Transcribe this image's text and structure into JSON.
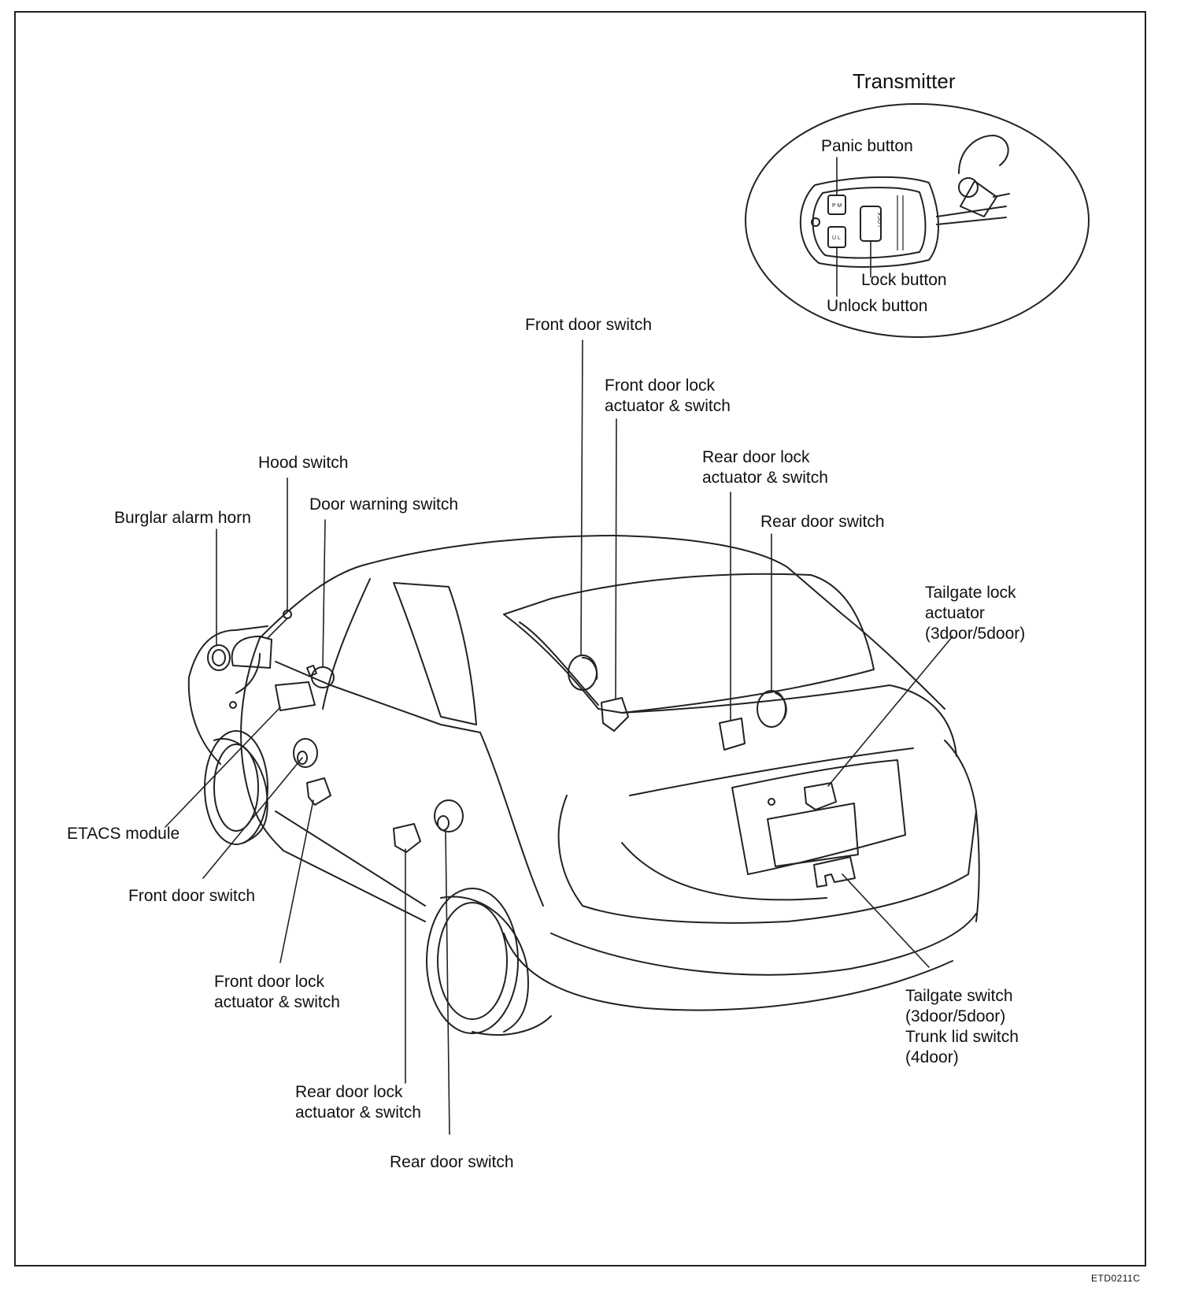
{
  "transmitter": {
    "title": "Transmitter",
    "panic_button": "Panic button",
    "lock_button": "Lock button",
    "unlock_button": "Unlock button",
    "lock_key_text": "LOCK"
  },
  "labels": {
    "front_door_switch_top": "Front door switch",
    "front_door_lock_top_1": "Front door lock",
    "front_door_lock_top_2": "actuator & switch",
    "rear_door_lock_top_1": "Rear door lock",
    "rear_door_lock_top_2": "actuator & switch",
    "rear_door_switch_top": "Rear door switch",
    "hood_switch": "Hood switch",
    "door_warning_switch": "Door warning switch",
    "burglar_alarm_horn": "Burglar alarm horn",
    "tailgate_lock_1": "Tailgate lock",
    "tailgate_lock_2": "actuator",
    "tailgate_lock_3": "(3door/5door)",
    "etacs_module": "ETACS module",
    "front_door_switch_left": "Front door switch",
    "front_door_lock_left_1": "Front door lock",
    "front_door_lock_left_2": "actuator & switch",
    "rear_door_lock_bottom_1": "Rear door lock",
    "rear_door_lock_bottom_2": "actuator & switch",
    "rear_door_switch_bottom": "Rear door switch",
    "tailgate_switch_1": "Tailgate switch",
    "tailgate_switch_2": "(3door/5door)",
    "tailgate_switch_3": "Trunk lid switch",
    "tailgate_switch_4": "(4door)"
  },
  "figure_code": "ETD0211C"
}
